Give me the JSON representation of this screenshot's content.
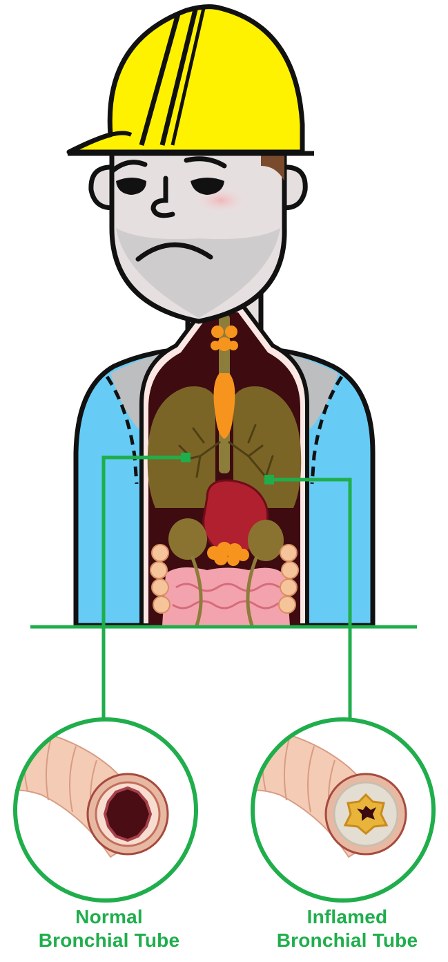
{
  "colors": {
    "accent_green": "#1fae4b",
    "helmet_yellow": "#fff200",
    "shirt_blue": "#66ccf5",
    "outline": "#111111"
  },
  "labels": {
    "normal": {
      "line1": "Normal",
      "line2": "Bronchial Tube"
    },
    "inflamed": {
      "line1": "Inflamed",
      "line2": "Bronchial Tube"
    }
  },
  "icons": [
    "hard-hat-icon",
    "worker-face-icon",
    "lungs-icon",
    "heart-icon",
    "normal-bronchial-tube-icon",
    "inflamed-bronchial-tube-icon"
  ]
}
